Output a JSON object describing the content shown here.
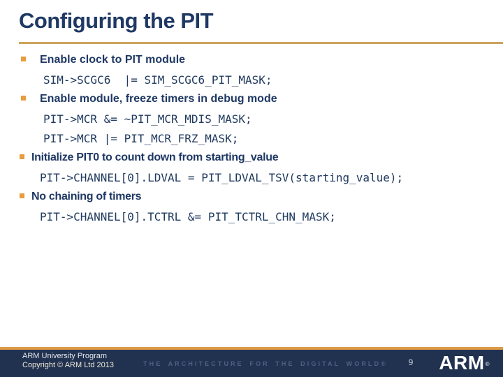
{
  "slide": {
    "title": "Configuring the PIT",
    "bullets": [
      {
        "label": "Enable clock to PIT module",
        "code": [
          "SIM->SCGC6  |= SIM_SCGC6_PIT_MASK;"
        ]
      },
      {
        "label": "Enable module, freeze timers in debug mode",
        "code": [
          "PIT->MCR &= ~PIT_MCR_MDIS_MASK;",
          "PIT->MCR |= PIT_MCR_FRZ_MASK;"
        ]
      },
      {
        "label": "Initialize PIT0 to count down from starting_value",
        "code": [
          "PIT->CHANNEL[0].LDVAL = PIT_LDVAL_TSV(starting_value);"
        ]
      },
      {
        "label": "No chaining of timers",
        "code": [
          "PIT->CHANNEL[0].TCTRL &= PIT_TCTRL_CHN_MASK;"
        ]
      }
    ]
  },
  "footer": {
    "program": "ARM University Program",
    "copyright": "Copyright © ARM Ltd 2013",
    "tagline": "THE ARCHITECTURE FOR THE DIGITAL WORLD®",
    "page_number": "9",
    "logo_text": "ARM",
    "logo_reg": "®"
  },
  "colors": {
    "title_navy": "#1F3864",
    "body_navy": "#203A5F",
    "bullet_orange": "#E89C3E",
    "title_rule_gold": "#CDA45C",
    "footer_bar_navy": "#213251",
    "footer_rule_orange": "#DC9A47",
    "footer_tagline": "#4E6182"
  }
}
